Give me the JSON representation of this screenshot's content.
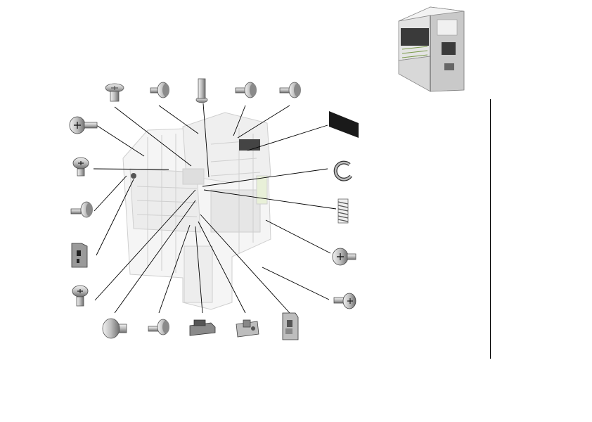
{
  "diagram": {
    "type": "exploded-parts-view",
    "colors": {
      "background": "#ffffff",
      "leader_line": "#000000",
      "part_light": "#d9d9d9",
      "part_mid": "#a8a8a8",
      "part_dark": "#555555",
      "assembly_ghost": "#cfcfcf",
      "gasket": "#1a1a1a"
    },
    "parts": [
      {
        "id": "screw-top-1",
        "icon": "pan-head-screw-icon"
      },
      {
        "id": "screw-top-2",
        "icon": "shoulder-screw-icon"
      },
      {
        "id": "screw-top-3",
        "icon": "pin-icon"
      },
      {
        "id": "screw-top-4",
        "icon": "shoulder-screw-icon"
      },
      {
        "id": "screw-top-5",
        "icon": "shoulder-screw-icon"
      },
      {
        "id": "gasket-right",
        "icon": "foam-gasket-icon"
      },
      {
        "id": "e-ring-right",
        "icon": "e-ring-icon"
      },
      {
        "id": "spring-right",
        "icon": "compression-spring-icon"
      },
      {
        "id": "screw-right-1",
        "icon": "phillips-screw-icon"
      },
      {
        "id": "screw-right-2",
        "icon": "phillips-screw-icon"
      },
      {
        "id": "screw-left-1",
        "icon": "phillips-screw-icon"
      },
      {
        "id": "screw-left-2",
        "icon": "phillips-screw-icon"
      },
      {
        "id": "screw-left-3",
        "icon": "shoulder-screw-icon"
      },
      {
        "id": "bracket-left",
        "icon": "bracket-icon"
      },
      {
        "id": "screw-left-4",
        "icon": "phillips-screw-icon"
      },
      {
        "id": "knob-bottom",
        "icon": "knob-icon"
      },
      {
        "id": "screw-bottom-1",
        "icon": "shoulder-screw-icon"
      },
      {
        "id": "clip-bottom",
        "icon": "clip-icon"
      },
      {
        "id": "holder-bottom",
        "icon": "holder-icon"
      },
      {
        "id": "bracket-bottom",
        "icon": "bracket-icon"
      }
    ]
  }
}
